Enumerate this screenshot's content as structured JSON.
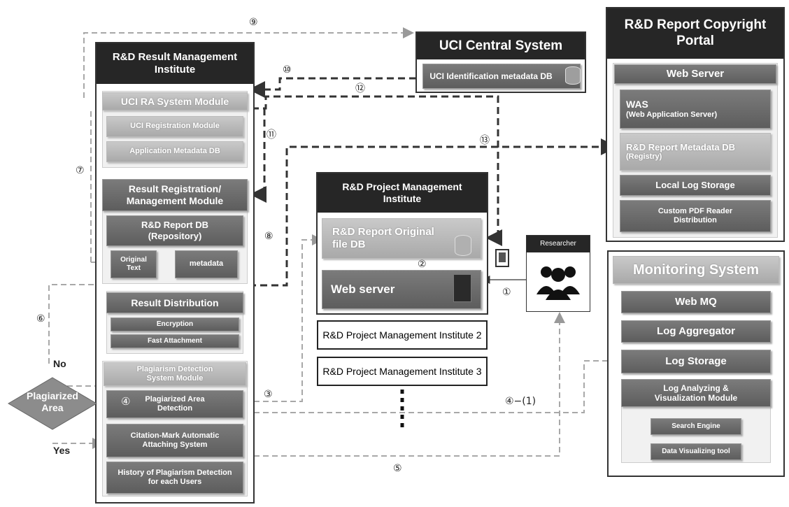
{
  "uci": {
    "title": "UCI Central System",
    "db": "UCI Identification metadata DB"
  },
  "portal": {
    "title": "R&D Report Copyright Portal",
    "web_server": "Web Server",
    "was_title": "WAS",
    "was_sub": "(Web Application Server)",
    "metadata_db_title": "R&D Report Metadata DB",
    "metadata_db_sub": "(Registry)",
    "local_log": "Local Log Storage",
    "pdf_reader": "Custom PDF Reader Distribution"
  },
  "monitoring": {
    "title": "Monitoring System",
    "web_mq": "Web MQ",
    "log_aggregator": "Log Aggregator",
    "log_storage": "Log Storage",
    "analyzing": "Log Analyzing & Visualization Module",
    "search_engine": "Search Engine",
    "visualizing_tool": "Data Visualizing tool"
  },
  "result_inst": {
    "title": "R&D Result Management Institute",
    "uci_ra": "UCI RA System Module",
    "uci_reg": "UCI Registration Module",
    "app_meta": "Application Metadata DB",
    "reg_module": "Result Registration/ Management Module",
    "report_db": "R&D Report DB (Repository)",
    "original_text": "Original Text",
    "metadata": "metadata",
    "distribution": "Result Distribution",
    "encryption": "Encryption",
    "fast_attach": "Fast Attachment",
    "plag_module": "Plagiarism Detection System Module",
    "plag_area": "Plagiarized Area Detection",
    "citation": "Citation-Mark Automatic Attaching System",
    "history": "History of Plagiarism Detection for each Users"
  },
  "project_inst": {
    "title": "R&D Project Management Institute",
    "original_db": "R&D Report Original file DB",
    "web_server": "Web server",
    "inst2": "R&D Project Management Institute 2",
    "inst3": "R&D Project Management Institute 3"
  },
  "researcher": {
    "title": "Researcher"
  },
  "decision": {
    "label": "Plagiarized Area",
    "no": "No",
    "yes": "Yes"
  },
  "markers": {
    "m1": "①",
    "m2": "②",
    "m3": "③",
    "m4": "④",
    "m4_1": "④−(1)",
    "m5": "⑤",
    "m6": "⑥",
    "m7": "⑦",
    "m8": "⑧",
    "m9": "⑨",
    "m10": "⑩",
    "m11": "⑪",
    "m12": "⑫",
    "m13": "⑬"
  },
  "colors": {
    "dark_header": "#262626",
    "module_grey": "#6b6b6b",
    "light_module": "#b9b9b9",
    "diamond": "#8c8c8c"
  }
}
